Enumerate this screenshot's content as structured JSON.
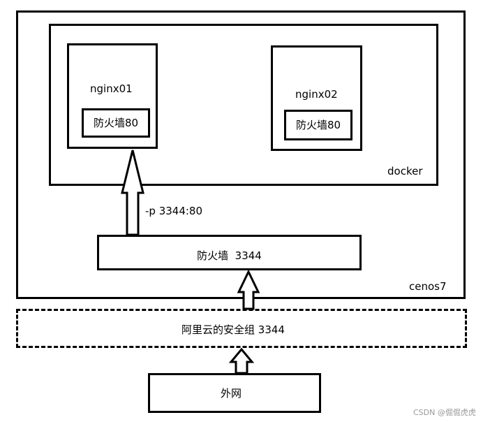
{
  "nodes": {
    "cenos7": {
      "label": "cenos7"
    },
    "docker": {
      "label": "docker"
    },
    "nginx01": {
      "label": "nginx01",
      "firewall": "防火墙80"
    },
    "nginx02": {
      "label": "nginx02",
      "firewall": "防火墙80"
    },
    "host_firewall": {
      "label": "防火墙  3344"
    },
    "security_group": {
      "label": "阿里云的安全组 3344"
    },
    "internet": {
      "label": "外网"
    }
  },
  "edges": {
    "port_mapping": {
      "label": "-p 3344:80"
    }
  },
  "watermark": "CSDN @倔倔虎虎"
}
